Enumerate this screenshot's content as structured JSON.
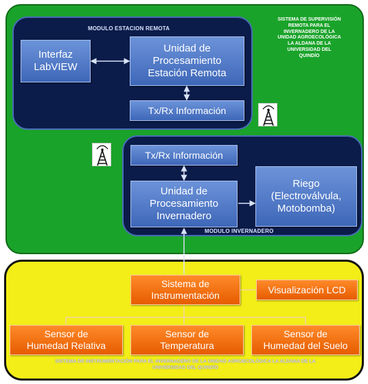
{
  "system_title": "SISTEMA DE SUPERVISIÓN\nREMOTA PARA EL\nINVERNADERO DE LA\nUNIDAD AGROECOLÓGICA\nLA ALDANA DE LA\nUNIVERSIDAD DEL\nQUINDÍO",
  "remote_module": {
    "title": "MODULO ESTACION REMOTA",
    "labview": "Interfaz\nLabVIEW",
    "processing": "Unidad de\nProcesamiento\nEstación Remota",
    "txrx": "Tx/Rx Información"
  },
  "greenhouse_module": {
    "title": "MODULO INVERNADERO",
    "txrx": "Tx/Rx Información",
    "processing": "Unidad de\nProcesamiento\nInvernadero",
    "irrigation": "Riego\n(Electroválvula,\nMotobomba)"
  },
  "instrumentation": {
    "system": "Sistema de\nInstrumentación",
    "lcd": "Visualización LCD",
    "sensor_humidity_relative": "Sensor de\nHumedad Relativa",
    "sensor_temperature": "Sensor de\nTemperatura",
    "sensor_soil_humidity": "Sensor de\nHumedad del Suelo",
    "caption": "SISTEMA DE INSTRUMENTACIÓN  PARA EL INVERNADERO  DE LA UNIDAD  AGROECOLÓGICA LA ALDANA DE LA\nUNIVERSIDAD DEL QUINDÍO"
  },
  "icons": {
    "antenna_remote": "antenna-tower-icon",
    "antenna_greenhouse": "antenna-tower-icon"
  },
  "colors": {
    "green_panel": "#1aa32a",
    "yellow_panel": "#f3ee17",
    "module_bg": "#0b1c4a",
    "blue_box": "#4f78c8",
    "orange_box": "#f27014"
  }
}
